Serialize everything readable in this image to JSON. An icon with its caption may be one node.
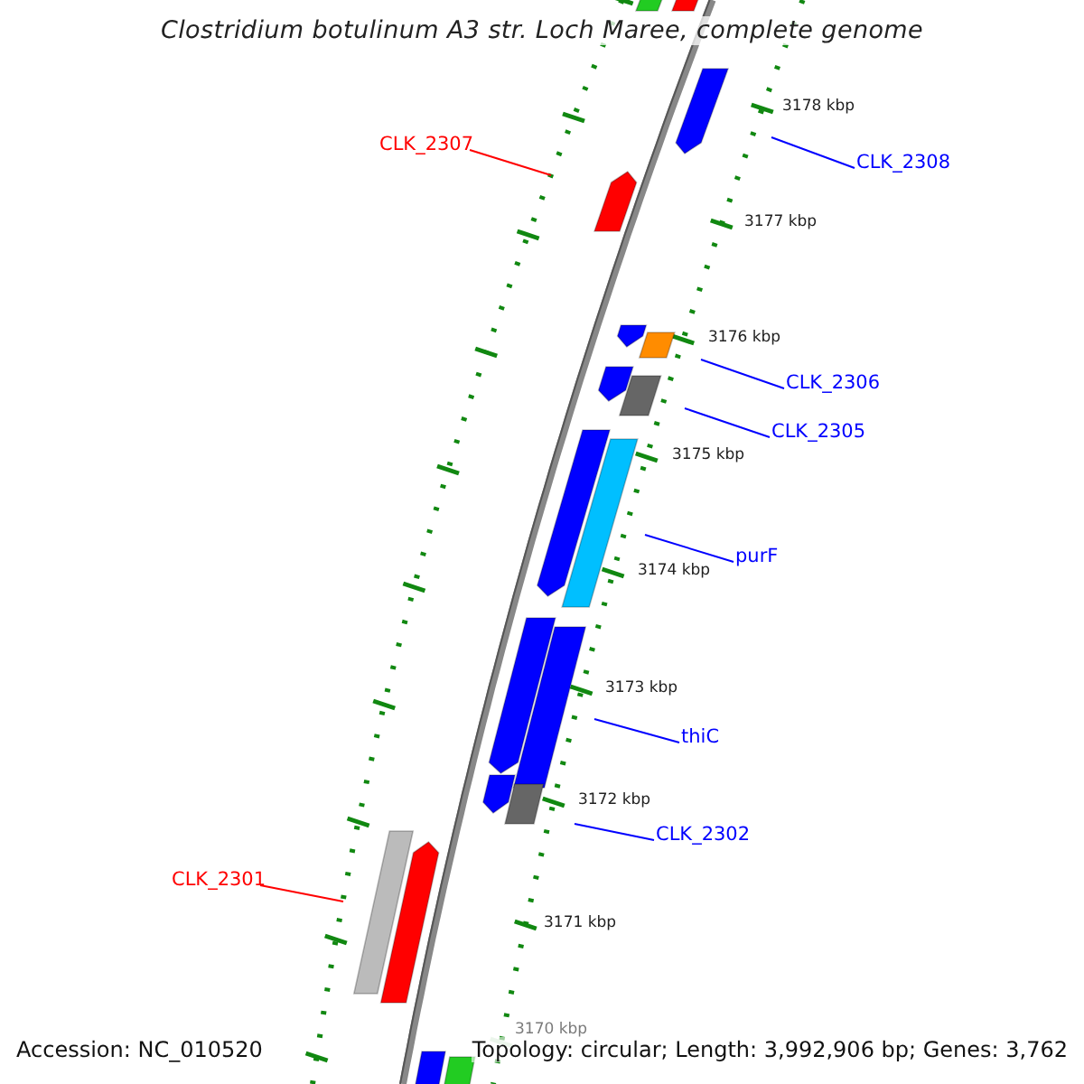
{
  "diagram": {
    "title": "Clostridium botulinum A3 str. Loch Maree, complete genome",
    "nodes": [
      {
        "text": [
          "CLK_2307"
        ]
      },
      {
        "text": [
          "CLK_2308"
        ]
      },
      {
        "text": [
          "CLK_2306"
        ]
      },
      {
        "text": [
          "CLK_2305"
        ]
      },
      {
        "text": [
          "purF"
        ]
      },
      {
        "text": [
          "thiC"
        ]
      },
      {
        "text": [
          "CLK_2302"
        ]
      },
      {
        "text": [
          "CLK_2301"
        ]
      }
    ],
    "edges": [
      {
        "from": 0,
        "to": null,
        "arrow": "none",
        "color": "#ff0000"
      },
      {
        "from": 1,
        "to": null,
        "arrow": "none"
      },
      {
        "from": 2,
        "to": null,
        "arrow": "none"
      },
      {
        "from": 3,
        "to": null,
        "arrow": "none"
      },
      {
        "from": 4,
        "to": null,
        "arrow": "none"
      },
      {
        "from": 5,
        "to": null,
        "arrow": "none"
      },
      {
        "from": 6,
        "to": null,
        "arrow": "none"
      },
      {
        "from": 7,
        "to": null,
        "arrow": "none",
        "color": "#ff0000"
      }
    ],
    "labels": [
      "3178 kbp",
      "3177 kbp",
      "3176 kbp",
      "3175 kbp",
      "3174 kbp",
      "3173 kbp",
      "3172 kbp",
      "3171 kbp",
      "3170 kbp",
      "Accession: NC_010520",
      "Topology: circular; Length: 3,992,906 bp; Genes: 3,762"
    ]
  }
}
